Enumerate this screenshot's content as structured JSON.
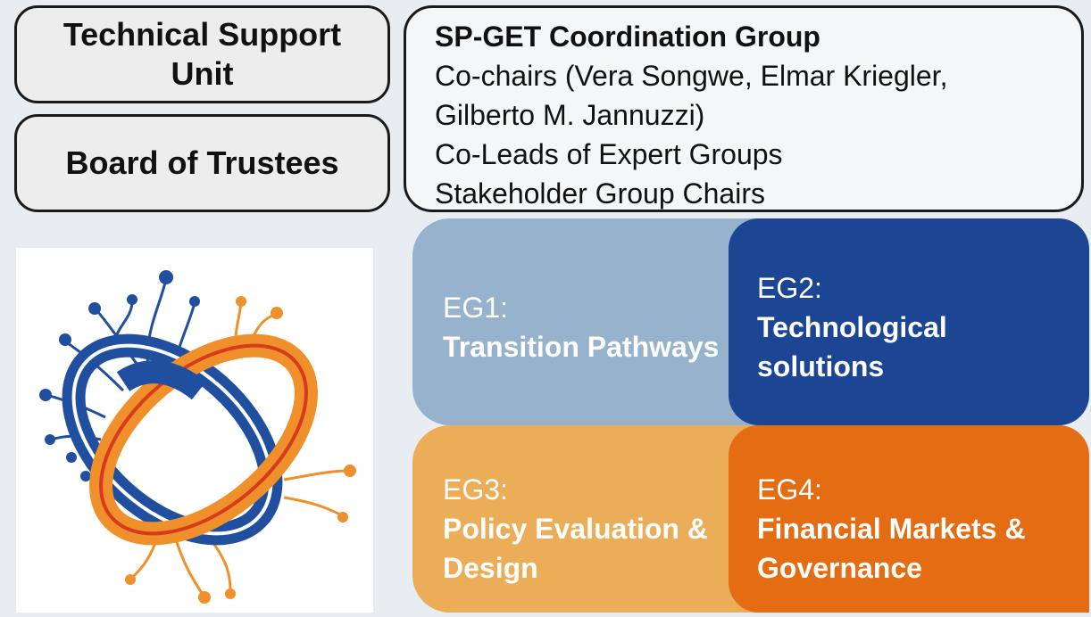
{
  "boxes": {
    "technical_support_unit": "Technical Support Unit",
    "board_of_trustees": "Board of Trustees"
  },
  "coordination_group": {
    "title": "SP-GET Coordination Group",
    "lines": [
      "Co-chairs (Vera Songwe, Elmar Kriegler,",
      "Gilberto M. Jannuzzi)",
      "Co-Leads of Expert Groups",
      "Stakeholder Group Chairs"
    ]
  },
  "expert_groups": [
    {
      "label": "EG1:",
      "name": "Transition Pathways",
      "color": "#97b2cc"
    },
    {
      "label": "EG2:",
      "name": "Technological solutions",
      "color": "#1c4593"
    },
    {
      "label": "EG3:",
      "name": "Policy Evaluation & Design",
      "color": "#ebad57"
    },
    {
      "label": "EG4:",
      "name": "Financial Markets & Governance",
      "color": "#e46c12"
    }
  ],
  "logo": {
    "icon": "intertwined-rings-network-logo",
    "colors": [
      "#1f4f9e",
      "#f0902a",
      "#d83a1f"
    ]
  }
}
